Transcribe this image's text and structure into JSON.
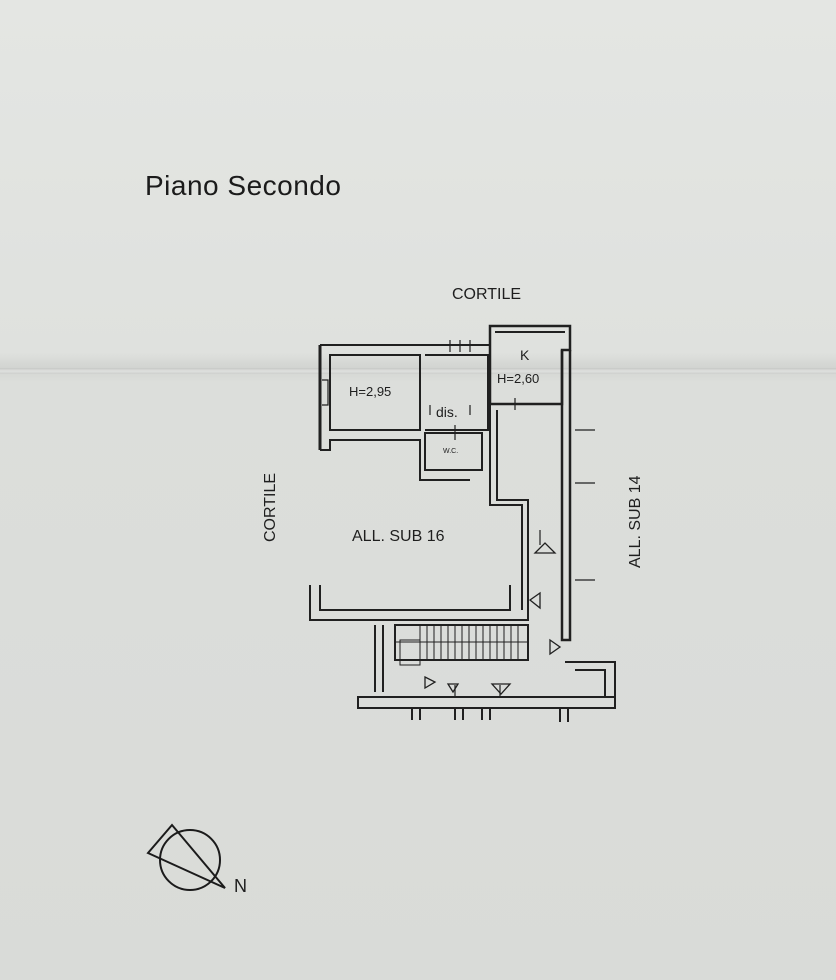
{
  "document": {
    "title": "Piano Secondo"
  },
  "labels": {
    "cortile_top": "CORTILE",
    "cortile_left": "CORTILE",
    "all_sub_14": "ALL. SUB 14",
    "all_sub_16": "ALL. SUB 16",
    "room_height_1": "H=2,95",
    "room_height_2": "H=2,60",
    "kitchen": "K",
    "disimpegno": "dis.",
    "wc": "W.C."
  },
  "compass": {
    "north_label": "N"
  }
}
